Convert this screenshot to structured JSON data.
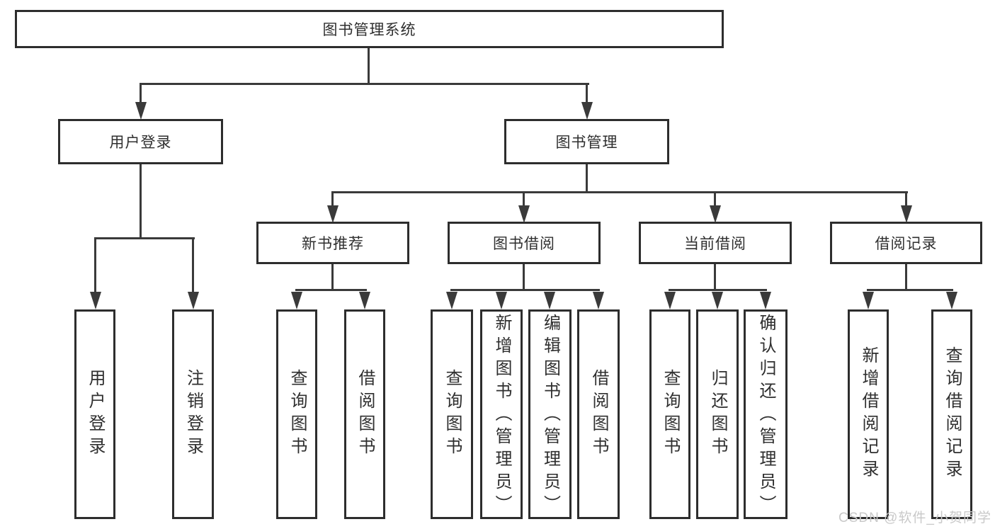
{
  "diagram": {
    "root": {
      "label": "图书管理系统"
    },
    "level2": [
      {
        "label": "用户登录"
      },
      {
        "label": "图书管理"
      }
    ],
    "level3": [
      {
        "label": "新书推荐"
      },
      {
        "label": "图书借阅"
      },
      {
        "label": "当前借阅"
      },
      {
        "label": "借阅记录"
      }
    ],
    "leaves": [
      {
        "label": "用户登录"
      },
      {
        "label": "注销登录"
      },
      {
        "label": "查询图书"
      },
      {
        "label": "借阅图书"
      },
      {
        "label": "查询图书"
      },
      {
        "label": "新增图书（管理员）"
      },
      {
        "label": "编辑图书（管理员）"
      },
      {
        "label": "借阅图书"
      },
      {
        "label": "查询图书"
      },
      {
        "label": "归还图书"
      },
      {
        "label": "确认归还（管理员）"
      },
      {
        "label": "新增借阅记录"
      },
      {
        "label": "查询借阅记录"
      }
    ]
  },
  "watermark": {
    "text": "CSDN @软件_小贺同学"
  },
  "colors": {
    "line": "#3a3a3a",
    "box_border": "#2d2d2d",
    "text": "#2f2f2f",
    "watermark": "#c9c9c9",
    "background": "#ffffff"
  }
}
